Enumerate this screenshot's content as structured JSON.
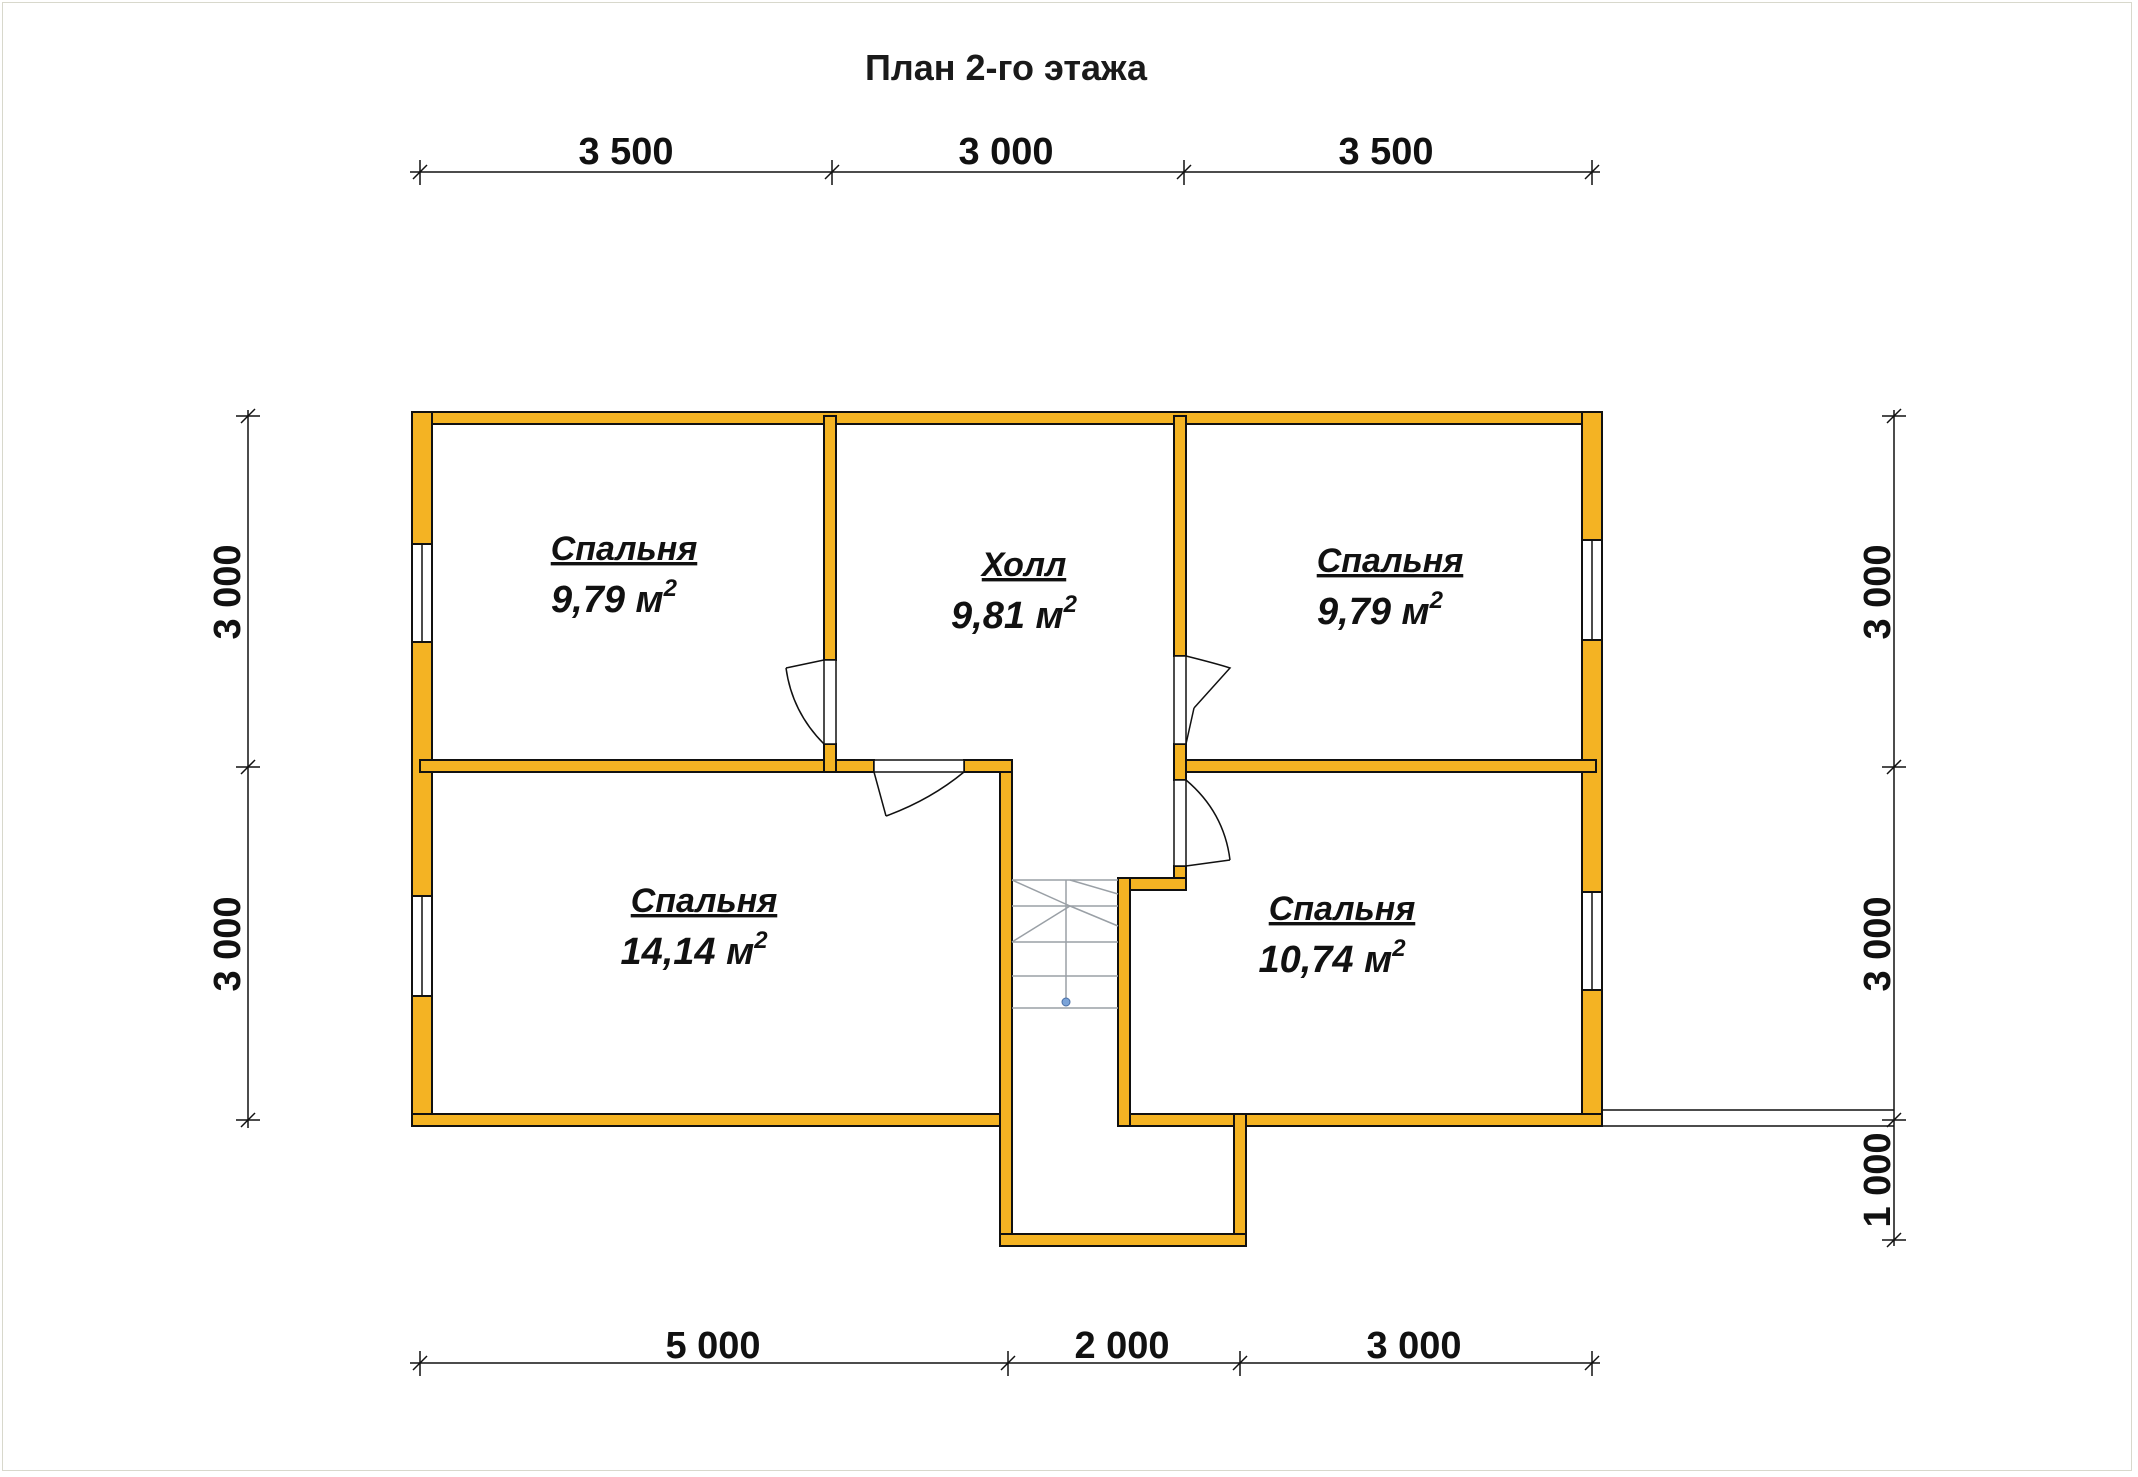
{
  "title": "План 2-го этажа",
  "dimensions": {
    "top": [
      "3 500",
      "3 000",
      "3 500"
    ],
    "bottom": [
      "5 000",
      "2 000",
      "3 000"
    ],
    "left": [
      "3 000",
      "3 000"
    ],
    "right": [
      "3 000",
      "3 000",
      "1 000"
    ]
  },
  "rooms": [
    {
      "name": "Спальня",
      "area": "9,79 м",
      "unit_sup": "2"
    },
    {
      "name": "Холл",
      "area": "9,81 м",
      "unit_sup": "2"
    },
    {
      "name": "Спальня",
      "area": "9,79 м",
      "unit_sup": "2"
    },
    {
      "name": "Спальня",
      "area": "14,14 м",
      "unit_sup": "2"
    },
    {
      "name": "Спальня",
      "area": "10,74 м",
      "unit_sup": "2"
    }
  ],
  "colors": {
    "wall": "#f4b323",
    "line": "#111111",
    "stair": "#9aa0a6",
    "stair_marker": "#7aa3d8"
  }
}
